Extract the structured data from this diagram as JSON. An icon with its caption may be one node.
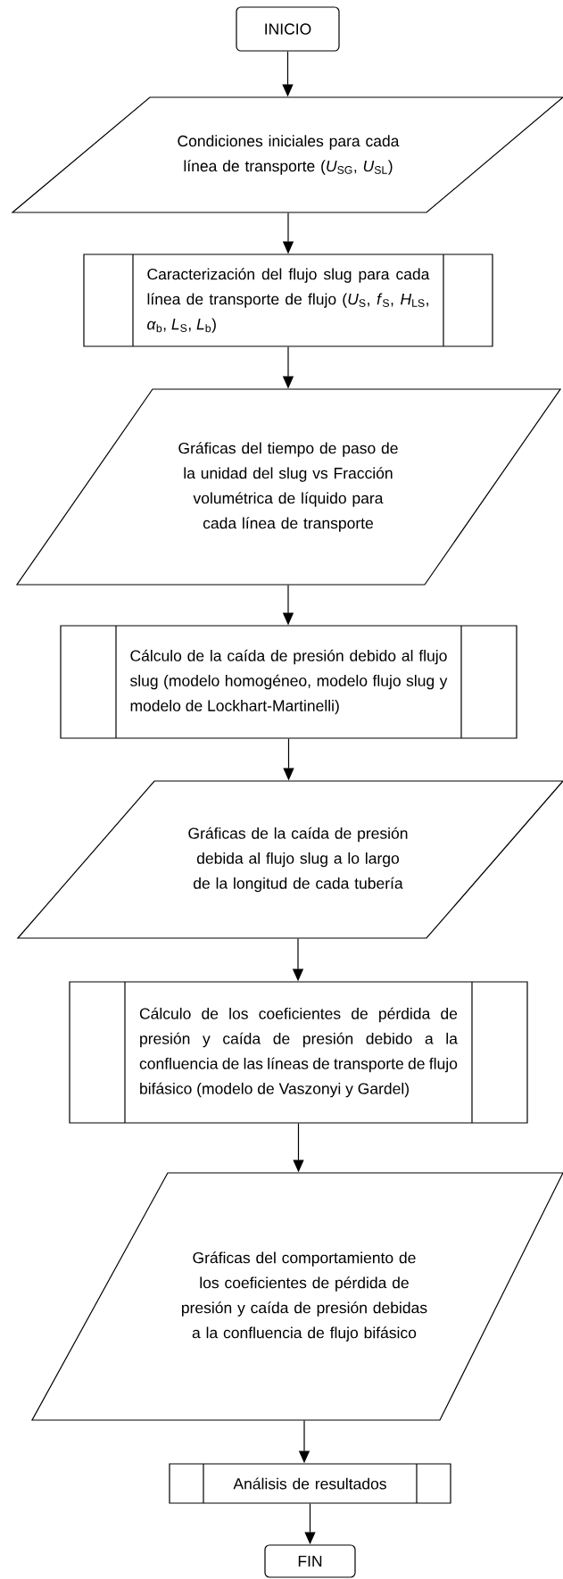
{
  "diagram": {
    "nodes": [
      {
        "text": [
          "INICIO"
        ]
      },
      {
        "text": [
          "Condiciones iniciales para cada línea de transporte (*U*$_{SG}$, *U*$_{SL}$)"
        ]
      },
      {
        "text": [
          "Caracterización del flujo slug para cada línea de transporte de flujo (*U*$_{S}$, *f*$_{S}$, *H*$_{LS}$, *α*$_{b}$, *L*$_{S}$, *L*$_{b}$)"
        ]
      },
      {
        "text": [
          "Gráficas del tiempo de paso de la unidad del slug vs Fracción volumétrica de líquido para cada línea de transporte"
        ]
      },
      {
        "text": [
          "Cálculo de la caída de presión debido al flujo slug (modelo homogéneo, modelo flujo slug y modelo de Lockhart-Martinelli)"
        ]
      },
      {
        "text": [
          "Gráficas de la caída de presión debida al flujo slug a lo largo de la longitud de cada tubería"
        ]
      },
      {
        "text": [
          "Cálculo de los coeficientes de pérdida de presión y caída de presión debido a la confluencia de las líneas de transporte de flujo bifásico (modelo de Vaszonyi y Gardel)"
        ]
      },
      {
        "text": [
          "Gráficas del comportamiento de los coeficientes de pérdida de presión y caída de presión debidas a la confluencia de flujo bifásico"
        ]
      },
      {
        "text": [
          "Análisis de resultados"
        ]
      },
      {
        "text": [
          "FIN"
        ]
      }
    ],
    "edges": [
      {
        "from": 0,
        "to": 1,
        "arrow": "to"
      },
      {
        "from": 1,
        "to": 2,
        "arrow": "to"
      },
      {
        "from": 2,
        "to": 3,
        "arrow": "to"
      },
      {
        "from": 3,
        "to": 4,
        "arrow": "to"
      },
      {
        "from": 4,
        "to": 5,
        "arrow": "to"
      },
      {
        "from": 5,
        "to": 6,
        "arrow": "to"
      },
      {
        "from": 6,
        "to": 7,
        "arrow": "to"
      },
      {
        "from": 7,
        "to": 8,
        "arrow": "to"
      },
      {
        "from": 8,
        "to": 9,
        "arrow": "to"
      }
    ]
  }
}
